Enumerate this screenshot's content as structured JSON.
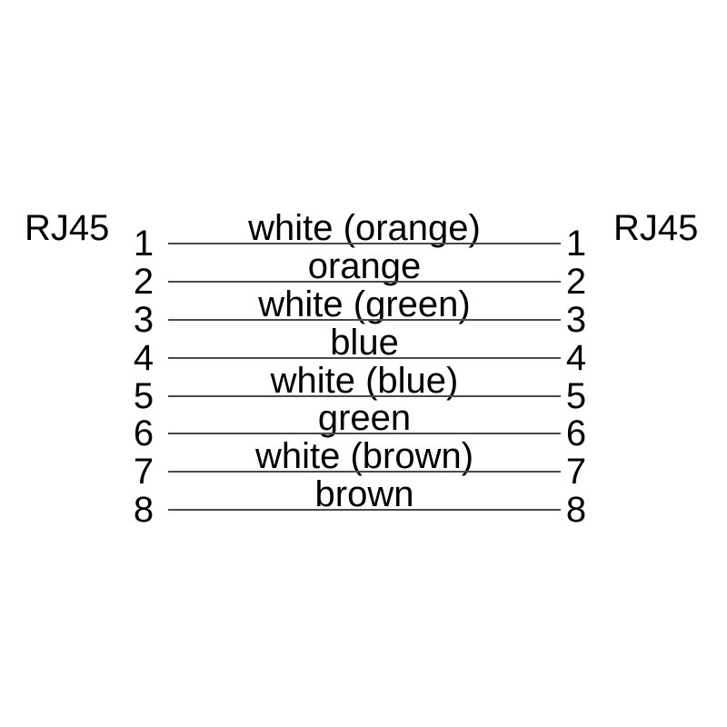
{
  "diagram": {
    "left_connector": {
      "label": "RJ45"
    },
    "right_connector": {
      "label": "RJ45"
    },
    "colors": {
      "background": "#ffffff",
      "text": "#000000",
      "wire_line": "#4a4a4a"
    },
    "rows": [
      {
        "pin_left": "1",
        "wire_label": "white (orange)",
        "pin_right": "1"
      },
      {
        "pin_left": "2",
        "wire_label": "orange",
        "pin_right": "2"
      },
      {
        "pin_left": "3",
        "wire_label": "white (green)",
        "pin_right": "3"
      },
      {
        "pin_left": "4",
        "wire_label": "blue",
        "pin_right": "4"
      },
      {
        "pin_left": "5",
        "wire_label": "white (blue)",
        "pin_right": "5"
      },
      {
        "pin_left": "6",
        "wire_label": "green",
        "pin_right": "6"
      },
      {
        "pin_left": "7",
        "wire_label": "white (brown)",
        "pin_right": "7"
      },
      {
        "pin_left": "8",
        "wire_label": "brown",
        "pin_right": "8"
      }
    ]
  }
}
